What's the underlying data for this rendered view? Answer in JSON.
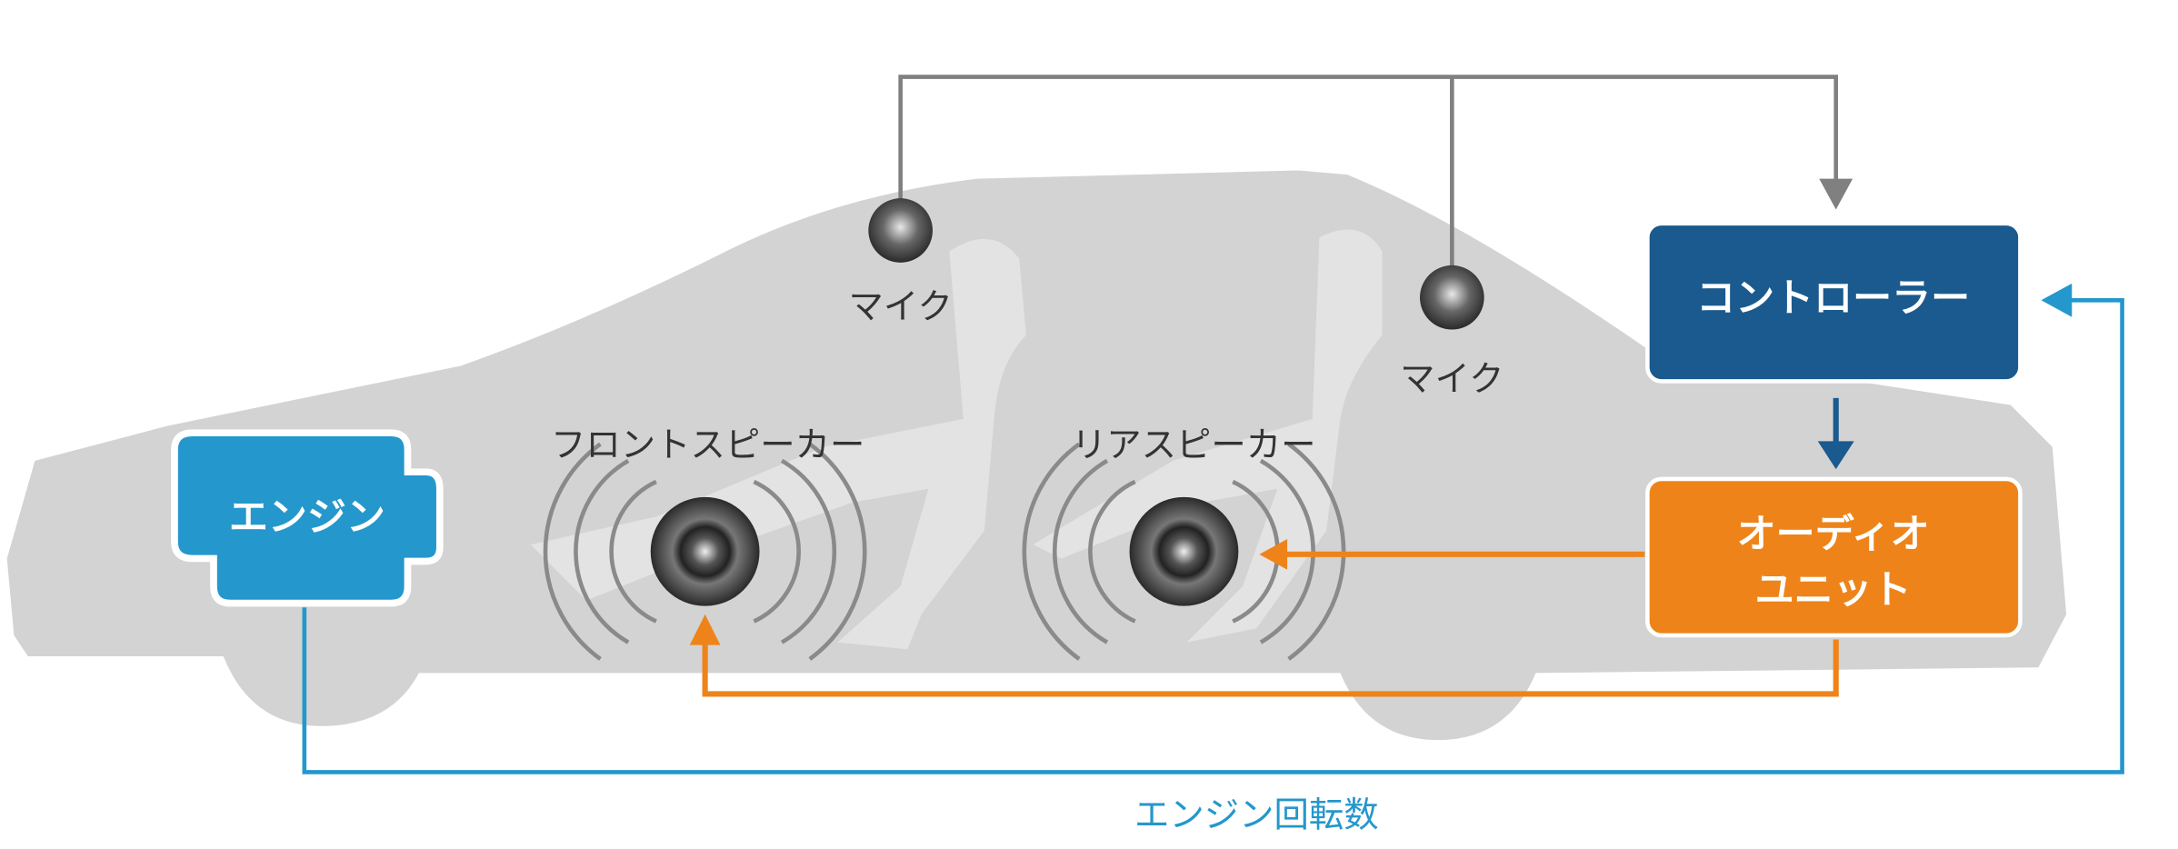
{
  "labels": {
    "mic_front": "マイク",
    "mic_rear": "マイク",
    "front_speaker": "フロントスピーカー",
    "rear_speaker": "リアスピーカー",
    "engine": "エンジン",
    "controller": "コントローラー",
    "audio_unit_line1": "オーディオ",
    "audio_unit_line2": "ユニット",
    "engine_rpm": "エンジン回転数"
  },
  "colors": {
    "controller": "#1a5a8e",
    "audio_unit": "#ee8419",
    "engine": "#2497cc",
    "mic_signal": "#808080",
    "car_body": "#d3d3d3"
  }
}
